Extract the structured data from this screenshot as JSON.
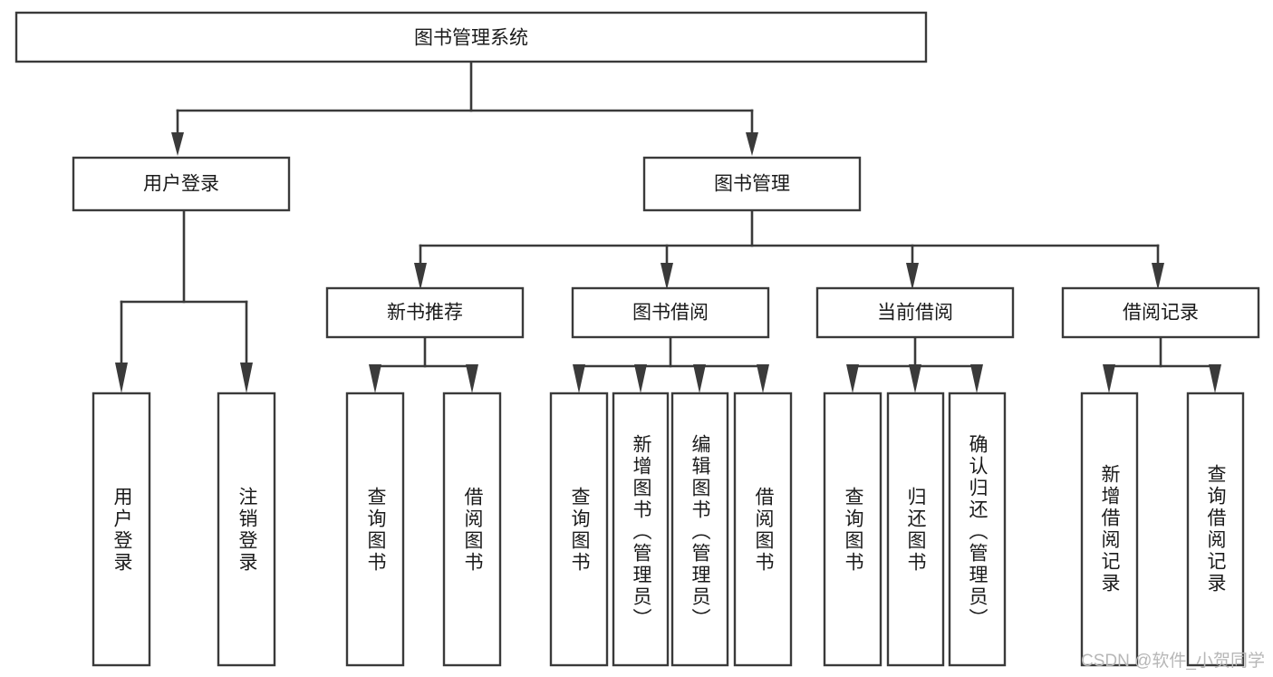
{
  "diagram": {
    "type": "tree-hierarchy-functional-decomposition",
    "title": "图书管理系统",
    "root": {
      "label": "图书管理系统"
    },
    "level1": [
      {
        "label": "用户登录"
      },
      {
        "label": "图书管理"
      }
    ],
    "level2": [
      {
        "label": "新书推荐"
      },
      {
        "label": "图书借阅"
      },
      {
        "label": "当前借阅"
      },
      {
        "label": "借阅记录"
      }
    ],
    "leaves": [
      {
        "label": "用户登录",
        "parent": "用户登录"
      },
      {
        "label": "注销登录",
        "parent": "用户登录"
      },
      {
        "label": "查询图书",
        "parent": "新书推荐"
      },
      {
        "label": "借阅图书",
        "parent": "新书推荐"
      },
      {
        "label": "查询图书",
        "parent": "图书借阅"
      },
      {
        "label": "新增图书（管理员）",
        "parent": "图书借阅"
      },
      {
        "label": "编辑图书（管理员）",
        "parent": "图书借阅"
      },
      {
        "label": "借阅图书",
        "parent": "图书借阅"
      },
      {
        "label": "查询图书",
        "parent": "当前借阅"
      },
      {
        "label": "归还图书",
        "parent": "当前借阅"
      },
      {
        "label": "确认归还（管理员）",
        "parent": "当前借阅"
      },
      {
        "label": "新增借阅记录",
        "parent": "借阅记录"
      },
      {
        "label": "查询借阅记录",
        "parent": "借阅记录"
      }
    ],
    "watermark": "CSDN @软件_小贺同学",
    "colors": {
      "background": "#ffffff",
      "stroke": "#3a3a3a",
      "text": "#1a1a1a",
      "watermark": "#b7b7b7"
    }
  }
}
